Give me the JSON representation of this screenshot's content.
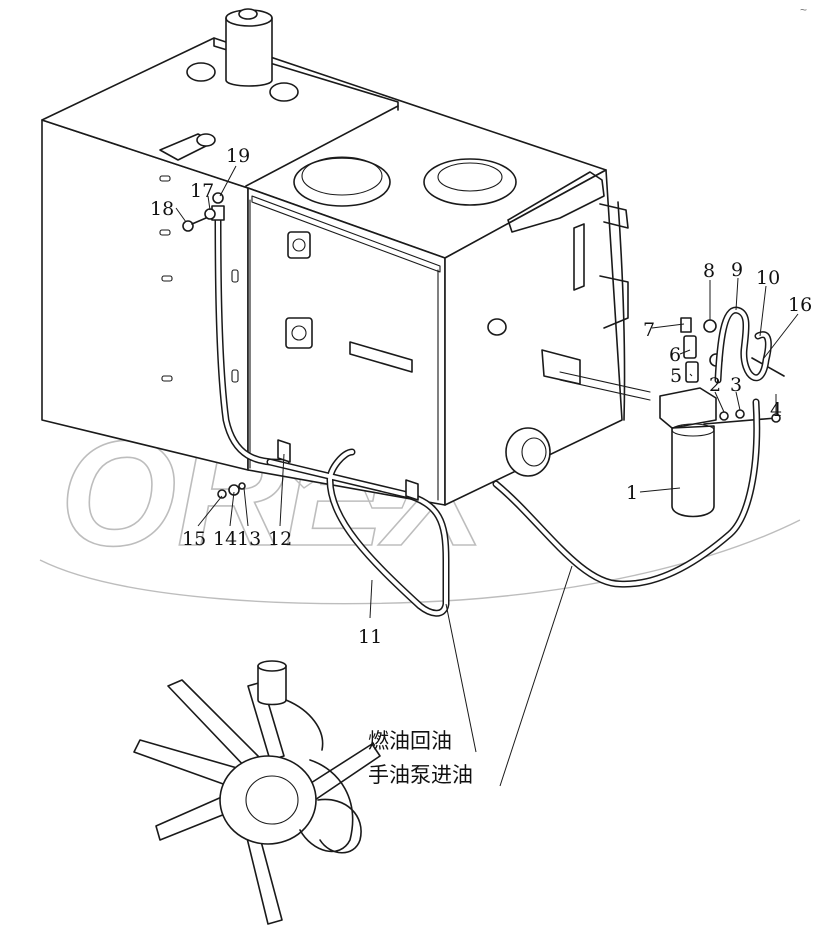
{
  "watermark": {
    "text": "OREX"
  },
  "corner_mark": "~",
  "callouts": {
    "c1": "1",
    "c2": "2",
    "c3": "3",
    "c4": "4",
    "c5": "5",
    "c6": "6",
    "c7": "7",
    "c8": "8",
    "c9": "9",
    "c10": "10",
    "c11": "11",
    "c12": "12",
    "c13": "13",
    "c14": "14",
    "c15": "15",
    "c16": "16",
    "c17": "17",
    "c18": "18",
    "c19": "19"
  },
  "notes": {
    "fuel_return": "燃油回油",
    "hand_pump_inlet": "手油泵进油"
  }
}
